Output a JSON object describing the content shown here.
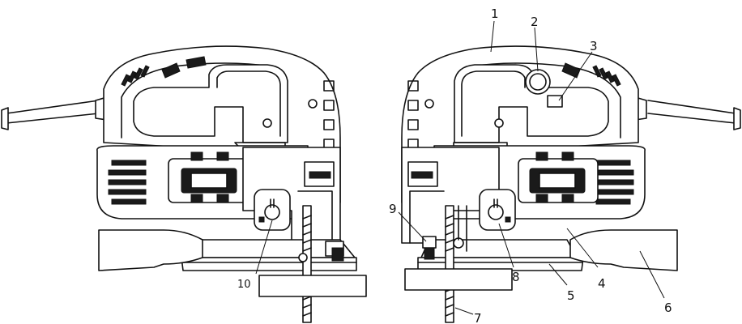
{
  "labels": [
    "1",
    "2",
    "3",
    "4",
    "5",
    "6",
    "7",
    "8",
    "9",
    "10"
  ]
}
